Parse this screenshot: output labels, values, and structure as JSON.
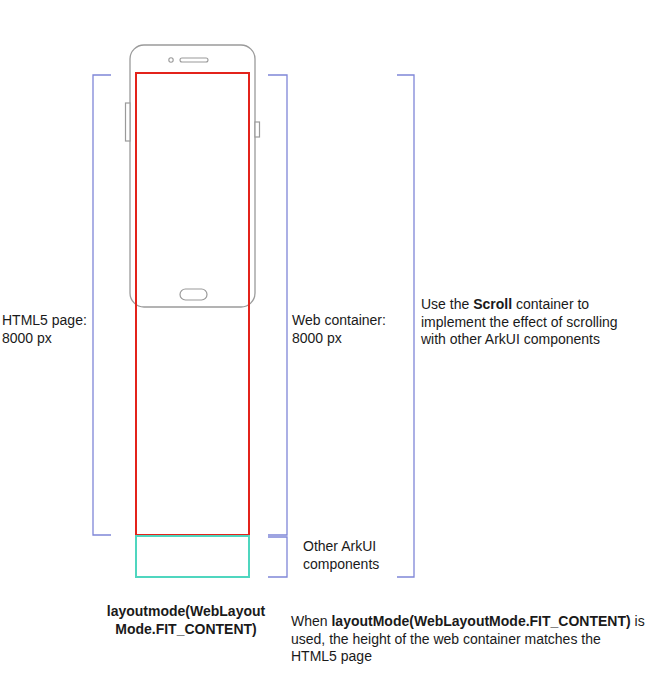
{
  "diagram": {
    "labels": [
      "HTML5 page: 8000 px",
      "Web container: 8000 px",
      "Other ArkUI components",
      "Use the",
      "Scroll",
      "container to implement the effect of scrolling with other ArkUI components",
      "layoutmode(WebLayout Mode.FIT_CONTENT)",
      "When",
      "layoutMode(WebLayoutMode.FIT_CONTENT)",
      "is used, the height of the web container matches the HTML5 page"
    ]
  }
}
